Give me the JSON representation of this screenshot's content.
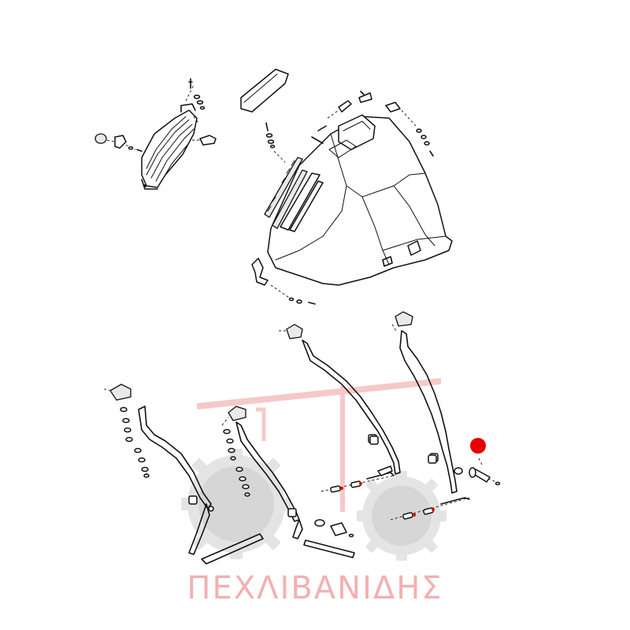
{
  "watermark": {
    "brand_text": "ΠΕΧΛΙΒΑΝΙΔΗΣ",
    "color": "#f0a9a9",
    "logo": "tractor-silhouette"
  },
  "marker": {
    "color": "#e60000",
    "icon": "red-dot-marker"
  },
  "line_color": "#111111"
}
